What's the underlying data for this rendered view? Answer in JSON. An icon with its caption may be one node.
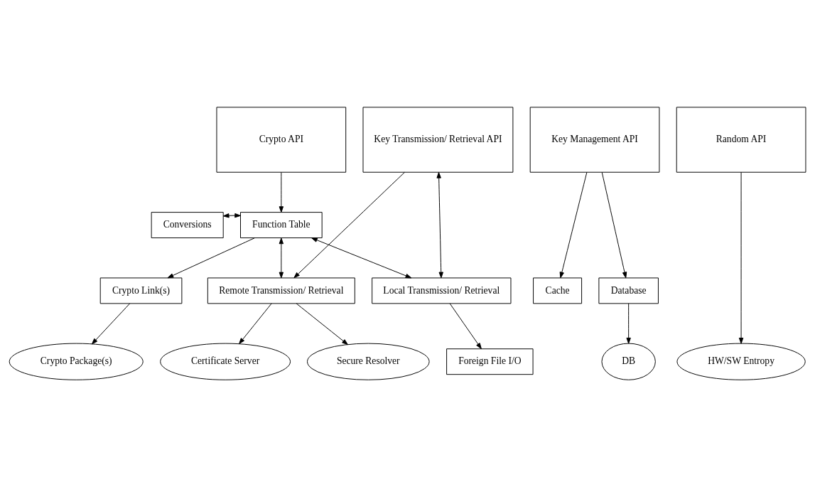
{
  "diagram": {
    "nodes": [
      {
        "text": [
          "Crypto API"
        ]
      },
      {
        "text": [
          "Key Transmission/ Retrieval API"
        ]
      },
      {
        "text": [
          "Key Management API"
        ]
      },
      {
        "text": [
          "Random API"
        ]
      },
      {
        "text": [
          "Conversions"
        ]
      },
      {
        "text": [
          "Function Table"
        ]
      },
      {
        "text": [
          "Crypto Link(s)"
        ]
      },
      {
        "text": [
          "Local Transmission/ Retrieval"
        ]
      },
      {
        "text": [
          "Remote Transmission/ Retrieval"
        ]
      },
      {
        "text": [
          "Database"
        ]
      },
      {
        "text": [
          "Cache"
        ]
      },
      {
        "text": [
          "Crypto Package(s)"
        ]
      },
      {
        "text": [
          "Foreign File I/O"
        ]
      },
      {
        "text": [
          "Certificate Server"
        ]
      },
      {
        "text": [
          "Secure Resolver"
        ]
      },
      {
        "text": [
          "DB"
        ]
      },
      {
        "text": [
          "HW/SW Entropy"
        ]
      }
    ],
    "edges": [
      {
        "from": 0,
        "to": 5,
        "arrow": "to"
      },
      {
        "from": 4,
        "to": 5,
        "arrow": "both"
      },
      {
        "from": 5,
        "to": 6,
        "arrow": "to"
      },
      {
        "from": 5,
        "to": 7,
        "arrow": "both"
      },
      {
        "from": 1,
        "to": 7,
        "arrow": "both"
      },
      {
        "from": 1,
        "to": 8,
        "arrow": "to"
      },
      {
        "from": 5,
        "to": 8,
        "arrow": "both"
      },
      {
        "from": 2,
        "to": 9,
        "arrow": "to"
      },
      {
        "from": 2,
        "to": 10,
        "arrow": "to"
      },
      {
        "from": 3,
        "to": 16,
        "arrow": "to"
      },
      {
        "from": 6,
        "to": 11,
        "arrow": "to"
      },
      {
        "from": 7,
        "to": 12,
        "arrow": "to"
      },
      {
        "from": 8,
        "to": 13,
        "arrow": "to"
      },
      {
        "from": 8,
        "to": 14,
        "arrow": "to"
      },
      {
        "from": 9,
        "to": 15,
        "arrow": "to"
      }
    ]
  }
}
